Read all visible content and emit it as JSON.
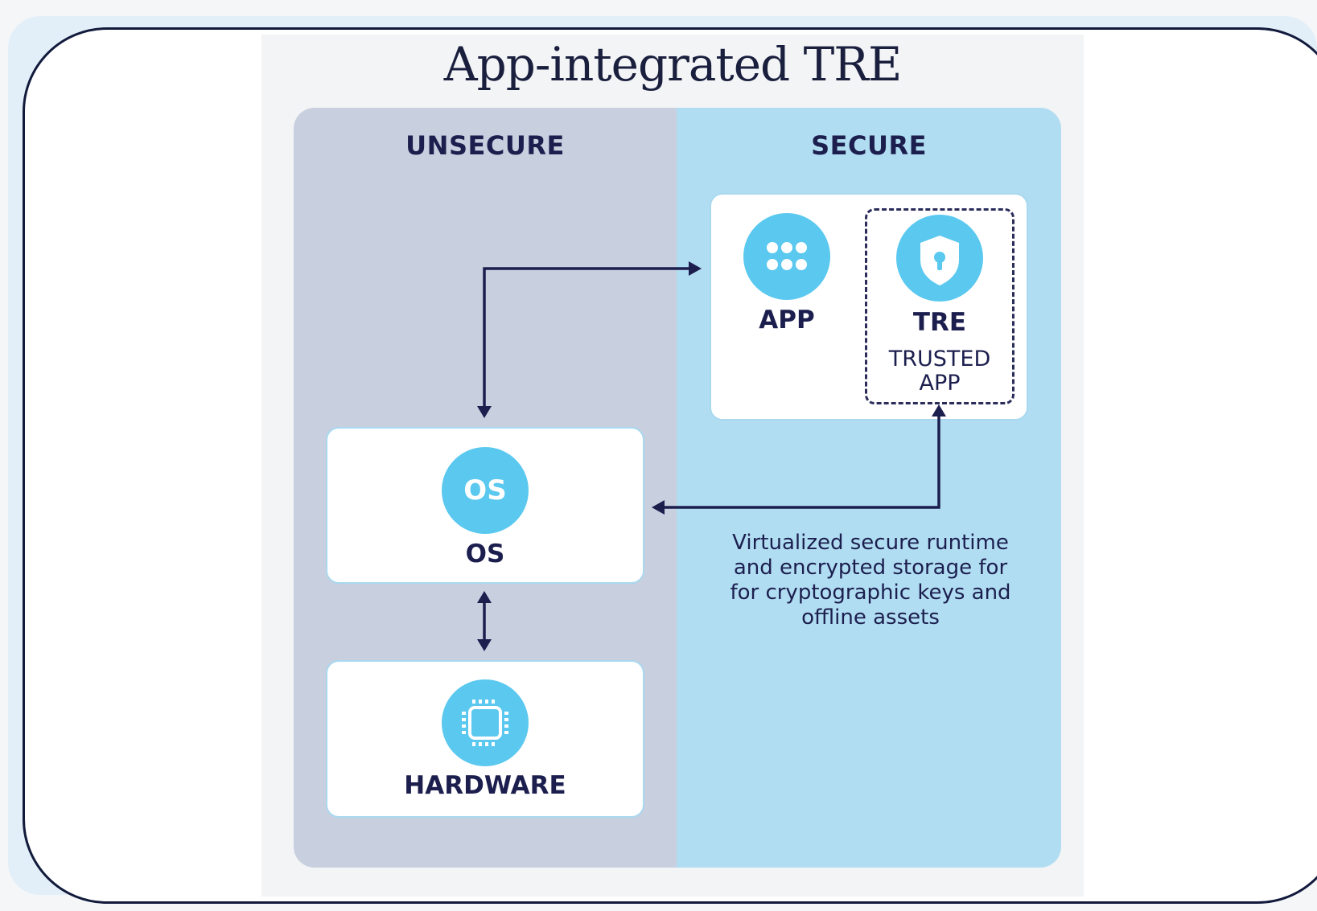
{
  "diagram": {
    "title": "App-integrated TRE",
    "zones": {
      "unsecure": "UNSECURE",
      "secure": "SECURE"
    },
    "nodes": {
      "app": {
        "label": "APP",
        "icon": "app-grid-icon"
      },
      "tre": {
        "label": "TRE",
        "sublabel_1": "TRUSTED",
        "sublabel_2": "APP",
        "icon": "shield-keyhole-icon"
      },
      "os": {
        "label": "OS",
        "icon_text": "OS"
      },
      "hardware": {
        "label": "HARDWARE",
        "icon": "chip-icon"
      }
    },
    "caption_lines": [
      "Virtualized secure runtime",
      "and encrypted storage for",
      "for cryptographic keys and",
      "offline assets"
    ]
  }
}
